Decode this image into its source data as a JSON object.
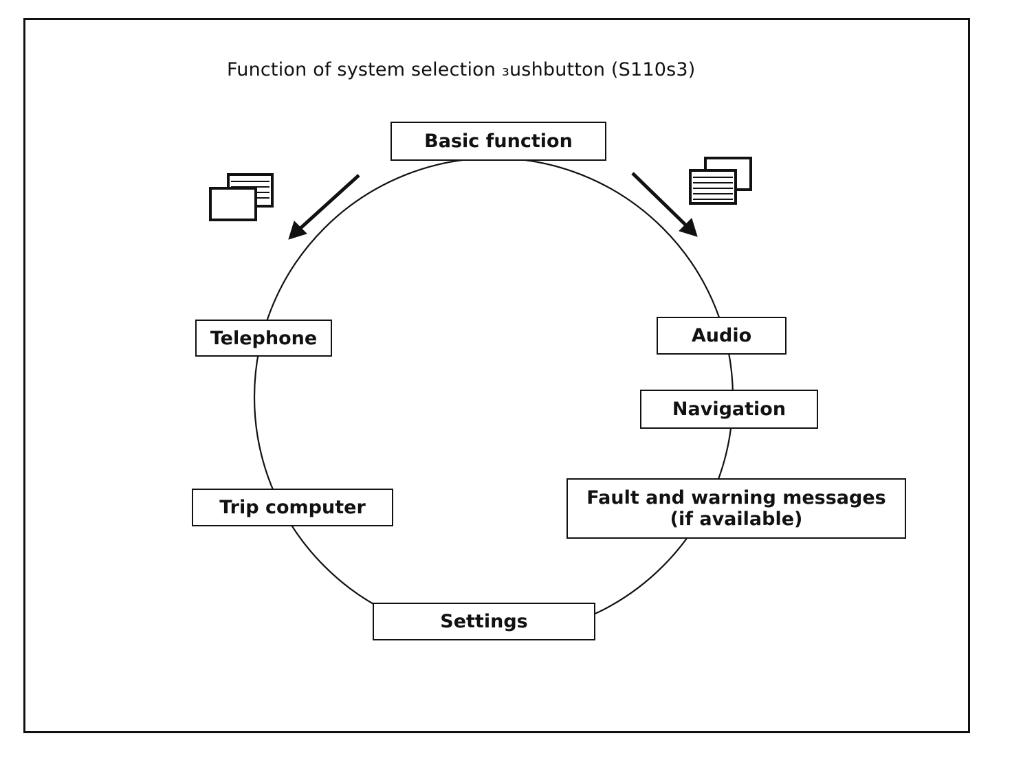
{
  "diagram": {
    "title": "Function of system selection ₃ushbutton (S110s3)",
    "nodes": {
      "basic": "Basic function",
      "telephone": "Telephone",
      "audio": "Audio",
      "navigation": "Navigation",
      "fault_line1": "Fault and warning messages",
      "fault_line2": "(if available)",
      "trip": "Trip computer",
      "settings": "Settings"
    },
    "icons": {
      "left": "windows-stack-icon",
      "right": "windows-stack-icon"
    },
    "colors": {
      "ink": "#111111",
      "background": "#ffffff"
    }
  }
}
